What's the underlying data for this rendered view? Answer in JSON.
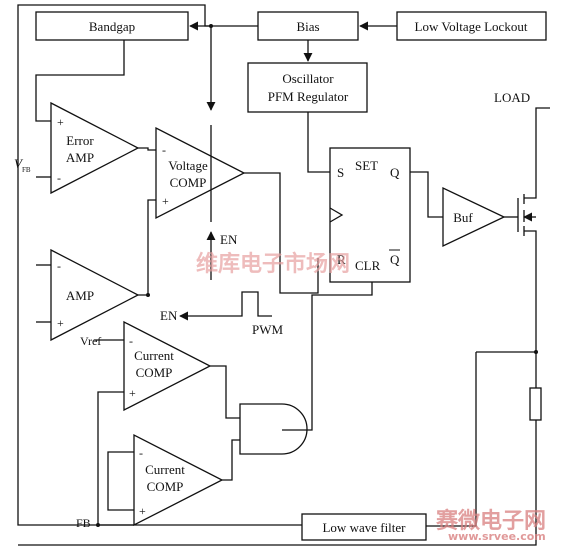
{
  "blocks": {
    "bandgap": "Bandgap",
    "bias": "Bias",
    "lvl": "Low Voltage Lockout",
    "osc_line1": "Oscillator",
    "osc_line2": "PFM Regulator",
    "error_amp_line1": "Error",
    "error_amp_line2": "AMP",
    "voltage_comp_line1": "Voltage",
    "voltage_comp_line2": "COMP",
    "amp": "AMP",
    "current_comp_line1": "Current",
    "current_comp_line2": "COMP",
    "buf": "Buf",
    "low_wave_filter": "Low wave filter"
  },
  "flipflop": {
    "s": "S",
    "set": "SET",
    "q": "Q",
    "r": "R",
    "clr": "CLR",
    "qbar": "Q"
  },
  "signals": {
    "load": "LOAD",
    "vfb_main": "V",
    "vfb_sub": "FB",
    "en1": "EN",
    "en2": "EN",
    "pwm": "PWM",
    "vref": "Vref",
    "fb": "FB",
    "plus": "+",
    "minus": "-"
  },
  "watermarks": {
    "center": "维库电子市场网",
    "bottom": "赛微电子网",
    "url": "www.srvee.com"
  },
  "colors": {
    "line": "#111111",
    "watermark_red": "#e8a0a0"
  }
}
